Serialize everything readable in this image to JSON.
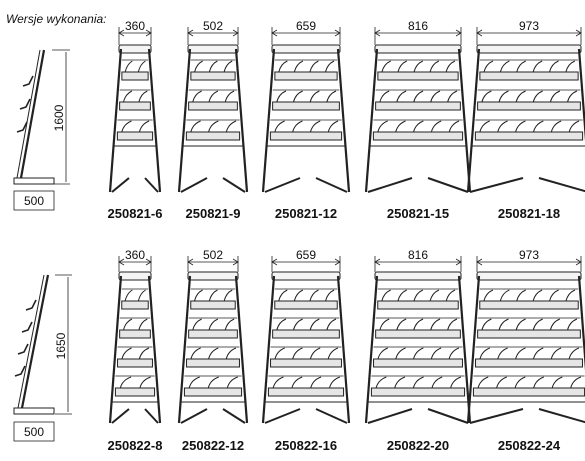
{
  "title": "Wersje wykonania:",
  "rows": [
    {
      "height_label": "1600",
      "depth_label": "500",
      "shelves": 3,
      "models": [
        {
          "code": "250821-6",
          "width": "360",
          "columns": 2
        },
        {
          "code": "250821-9",
          "width": "502",
          "columns": 3
        },
        {
          "code": "250821-12",
          "width": "659",
          "columns": 4
        },
        {
          "code": "250821-15",
          "width": "816",
          "columns": 5
        },
        {
          "code": "250821-18",
          "width": "973",
          "columns": 6
        }
      ]
    },
    {
      "height_label": "1650",
      "depth_label": "500",
      "shelves": 4,
      "models": [
        {
          "code": "250822-8",
          "width": "360",
          "columns": 2
        },
        {
          "code": "250822-12",
          "width": "502",
          "columns": 3
        },
        {
          "code": "250822-16",
          "width": "659",
          "columns": 4
        },
        {
          "code": "250822-20",
          "width": "816",
          "columns": 5
        },
        {
          "code": "250822-24",
          "width": "973",
          "columns": 6
        }
      ]
    }
  ]
}
